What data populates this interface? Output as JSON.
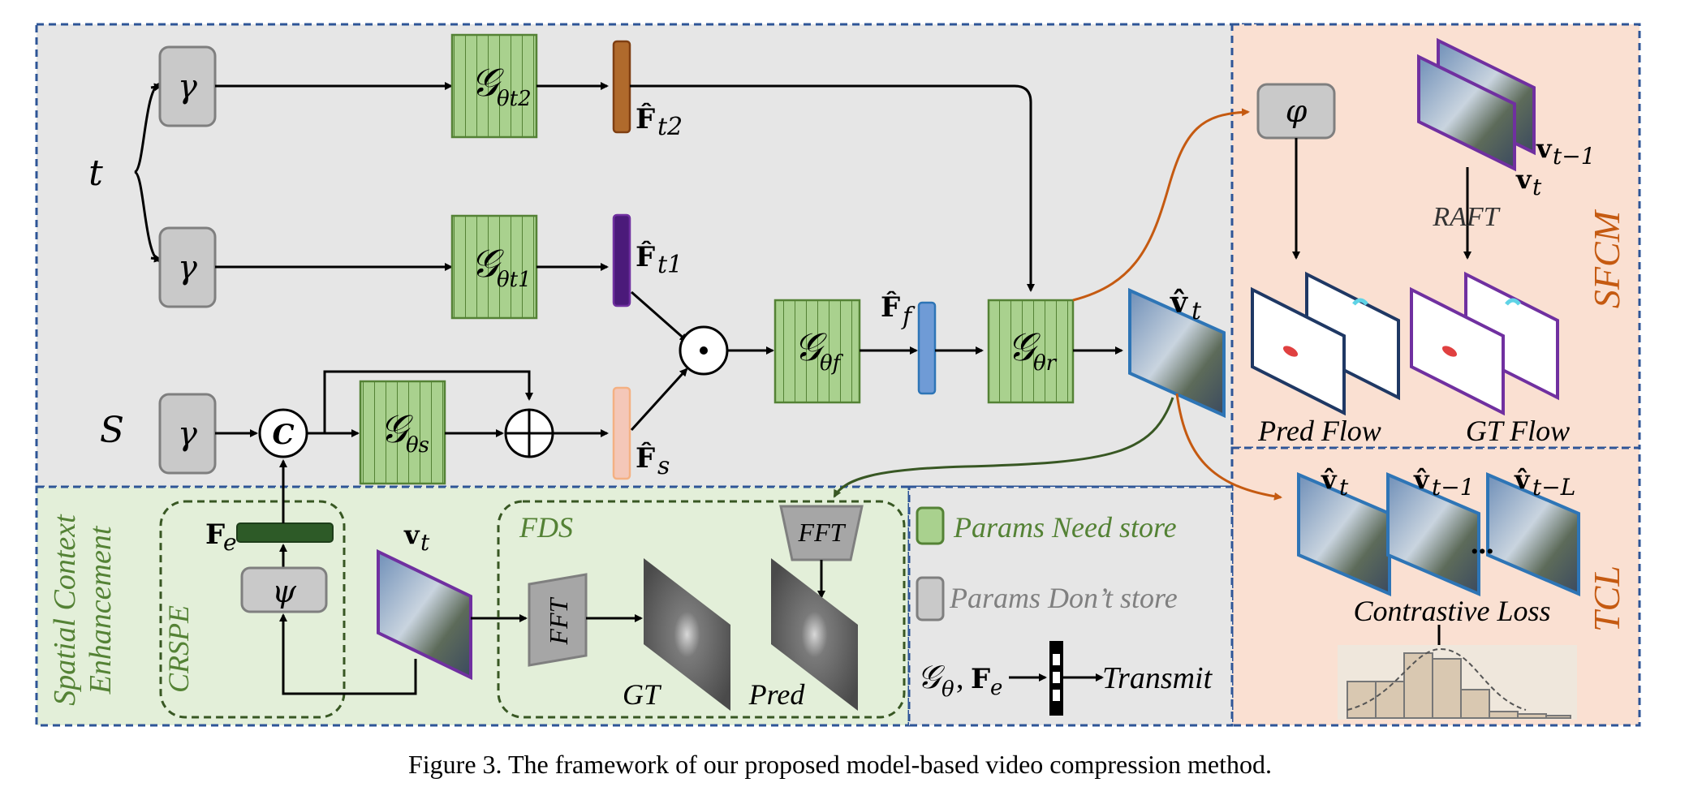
{
  "colors": {
    "panel_gray": "#e6e6e6",
    "panel_peach": "#fae0d2",
    "panel_green": "#e3efd9",
    "border_blue": "#2e5597",
    "block_green": "#a9d18e",
    "block_green_stroke": "#548235",
    "gamma_gray": "#c9c9c9",
    "orange_label": "#c55a11",
    "green_label": "#548235",
    "legend_green_text": "#548235",
    "legend_gray_text": "#808080"
  },
  "inputs": {
    "t": "t",
    "s": "S"
  },
  "gamma": "γ",
  "phi": "φ",
  "psi": "ψ",
  "concat": "C",
  "mlp": {
    "t2": {
      "main": "𝒢",
      "sub": "θt2"
    },
    "t1": {
      "main": "𝒢",
      "sub": "θt1"
    },
    "s": {
      "main": "𝒢",
      "sub": "θs"
    },
    "f": {
      "main": "𝒢",
      "sub": "θf"
    },
    "r": {
      "main": "𝒢",
      "sub": "θr"
    }
  },
  "features": {
    "ft2": {
      "main": "F̂",
      "sub": "t2"
    },
    "ft1": {
      "main": "F̂",
      "sub": "t1"
    },
    "fs": {
      "main": "F̂",
      "sub": "s"
    },
    "ff": {
      "main": "F̂",
      "sub": "f"
    },
    "fe": {
      "main": "F",
      "sub": "e"
    }
  },
  "output": {
    "main": "v̂",
    "sub": "t"
  },
  "sfcm": {
    "label": "SFCM",
    "vt1": {
      "main": "v",
      "sub": "t−1"
    },
    "vt": {
      "main": "v",
      "sub": "t"
    },
    "raft": "RAFT",
    "pred_flow": "Pred Flow",
    "gt_flow": "GT Flow"
  },
  "tcl": {
    "label": "TCL",
    "f1": {
      "main": "v̂",
      "sub": "t"
    },
    "f2": {
      "main": "v̂",
      "sub": "t−1"
    },
    "f3": {
      "main": "v̂",
      "sub": "t−L"
    },
    "dots": "...",
    "loss": "Contrastive Loss"
  },
  "sce": {
    "title1": "Spatial Context",
    "title2": "Enhancement",
    "crspe": "CRSPE",
    "fds": "FDS",
    "fft": "FFT",
    "gt": "GT",
    "pred": "Pred",
    "vt": {
      "main": "v",
      "sub": "t"
    }
  },
  "legend": {
    "store": "Params Need store",
    "dont": "Params Don’t store",
    "transmit_lhs_g": "𝒢",
    "transmit_lhs_gsub": "θ",
    "transmit_lhs_f": "F",
    "transmit_lhs_fsub": "e",
    "transmit": "Transmit"
  },
  "caption": "Figure 3. The framework of our proposed model-based video compression method."
}
